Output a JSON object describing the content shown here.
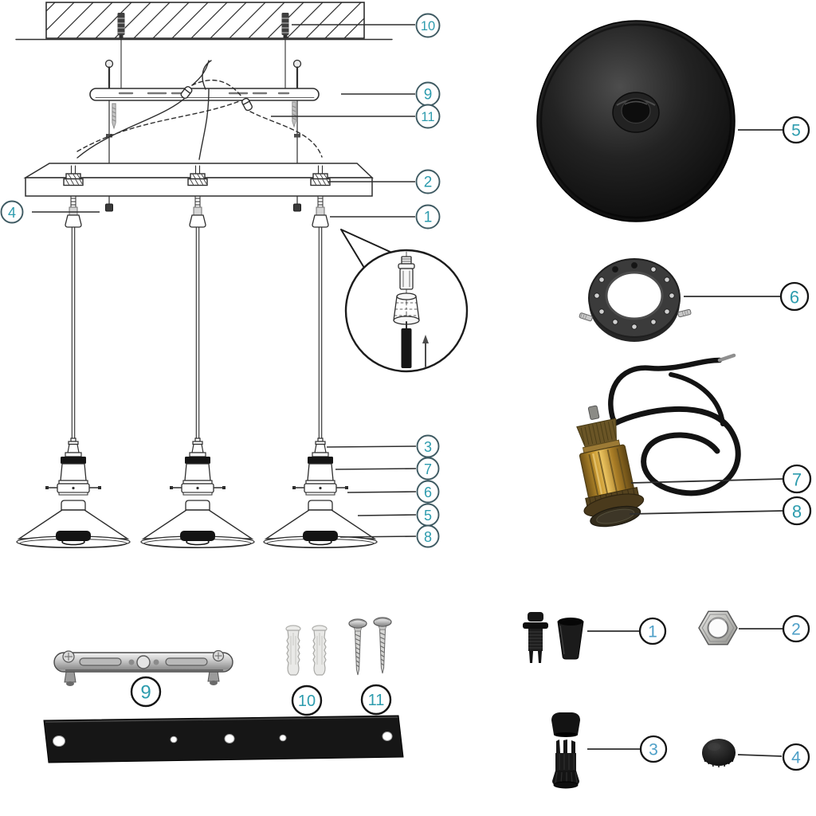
{
  "colors": {
    "background": "#ffffff",
    "line_art": "#2e2e2e",
    "callout_teal": "#2d9cae",
    "callout_blue": "#4d9fc7",
    "diagram_circle_stroke": "#3e5a62",
    "photo_circle_stroke": "#141414",
    "brass": "#c9992f",
    "chrome": "#cbcbcb",
    "black_part": "#161616"
  },
  "diagram": {
    "callouts": {
      "wall_anchor": "10",
      "crossbar": "9",
      "mount_screw": "11",
      "canopy": "2",
      "square_locknut": "4",
      "cord_grip": "1",
      "top_grip": "3",
      "socket_band": "7",
      "shade_ring": "6",
      "shade": "5",
      "diffuser": "8"
    }
  },
  "parts": {
    "shade": "5",
    "shade_ring": "6",
    "lamp_socket": "7",
    "socket_base": "8",
    "mount_crossbar": "9",
    "wall_plugs": "10",
    "mount_screws": "11",
    "cord_lock": "1",
    "hex_nut": "2",
    "strain_relief": "3",
    "end_cap": "4"
  }
}
